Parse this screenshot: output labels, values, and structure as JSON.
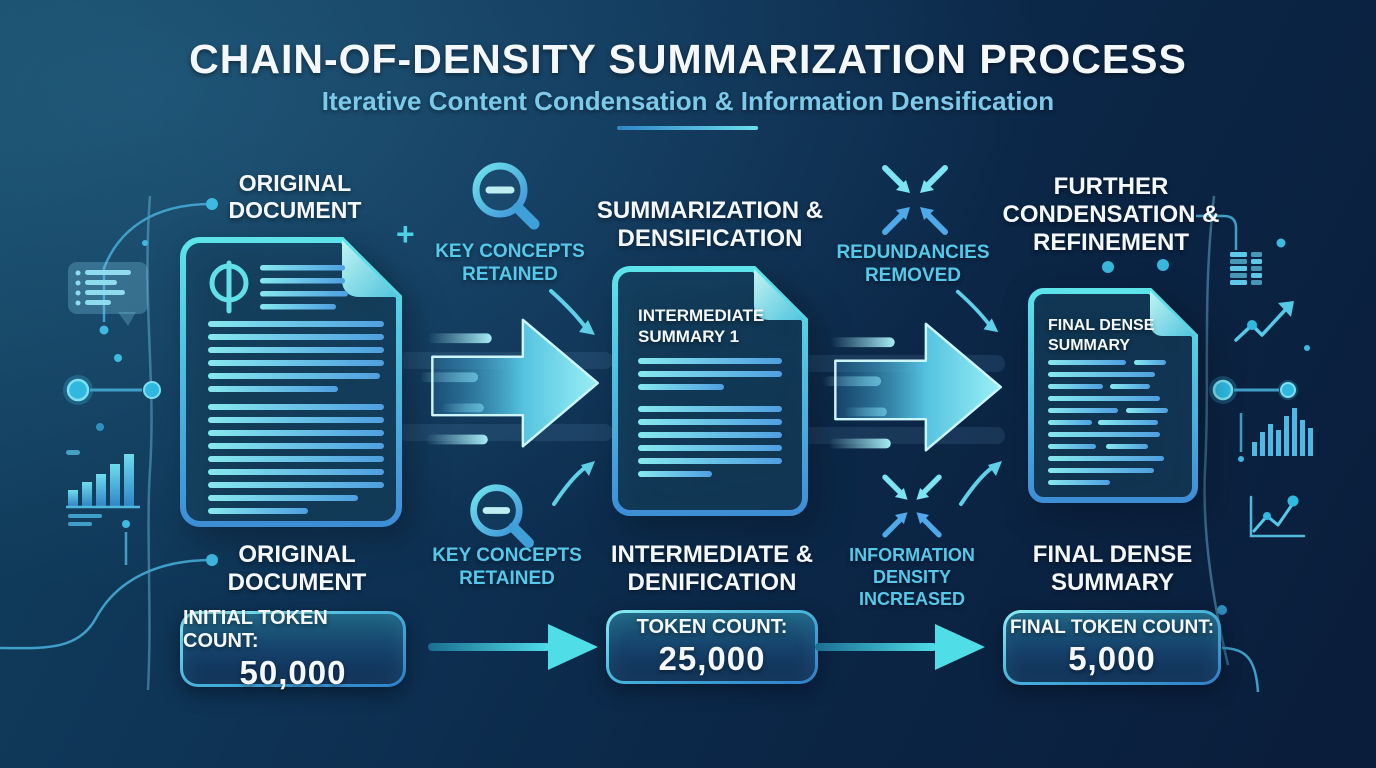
{
  "header": {
    "title": "CHAIN-OF-DENSITY SUMMARIZATION PROCESS",
    "subtitle": "Iterative Content Condensation & Information Densification"
  },
  "stages": [
    {
      "top_label": "ORIGINAL DOCUMENT",
      "bottom_label": "ORIGINAL DOCUMENT",
      "token_label": "INITIAL TOKEN COUNT:",
      "token_value": "50,000"
    },
    {
      "top_label": "SUMMARIZATION & DENSIFICATION",
      "doc_title": "INTERMEDIATE SUMMARY 1",
      "bottom_label": "INTERMEDIATE & DENIFICATION",
      "token_label": "TOKEN COUNT:",
      "token_value": "25,000"
    },
    {
      "top_label": "FURTHER CONDENSATION & REFINEMENT",
      "doc_title": "FINAL DENSE SUMMARY",
      "bottom_label": "FINAL DENSE SUMMARY",
      "token_label": "FINAL TOKEN COUNT:",
      "token_value": "5,000"
    }
  ],
  "annotations": {
    "key_concepts_top": "KEY CONCEPTS RETAINED",
    "key_concepts_bottom": "KEY CONCEPTS RETAINED",
    "redundancies": "REDUNDANCIES REMOVED",
    "info_density": "INFORMATION DENSITY INCREASED"
  },
  "icons": {
    "plus": "+"
  },
  "colors": {
    "background_top": "#12425f",
    "background_bottom": "#0a1d3a",
    "accent_cyan": "#56c8ea",
    "accent_blue": "#2f86c8",
    "title_white": "#f4f8fb",
    "subtitle_blue": "#7cc9e9"
  }
}
